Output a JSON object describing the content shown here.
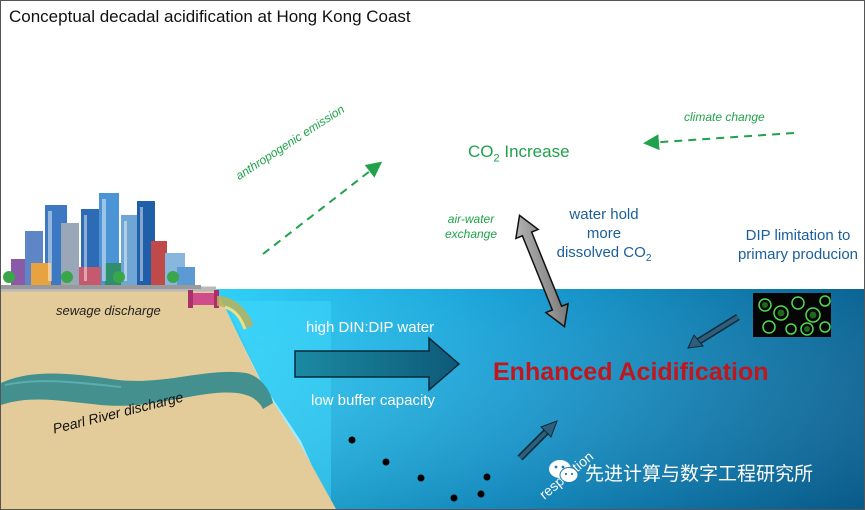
{
  "title": "Conceptual decadal acidification at Hong Kong Coast",
  "labels": {
    "co2_increase_main": "CO",
    "co2_increase_sub": "2",
    "co2_increase_rest": " Increase",
    "climate_change": "climate change",
    "anthropogenic_emission": "anthropogenic emission",
    "air_water_exchange": "air-water exchange",
    "water_hold_main": "water hold more dissolved CO",
    "water_hold_sub": "2",
    "dip_limitation": "DIP limitation to primary producion",
    "sewage_discharge": "sewage discharge",
    "pearl_river_discharge": "Pearl River discharge",
    "high_din_dip": "high DIN:DIP water",
    "low_buffer": "low buffer capacity",
    "enhanced_acidification": "Enhanced Acidification",
    "respiration": "respiration"
  },
  "watermark": "先进计算与数字工程研究所",
  "colors": {
    "green_text": "#1fa24a",
    "blue_text": "#1a5f9c",
    "red_text": "#c0161c",
    "sea_light": "#2fd0f8",
    "sea_dark": "#0a6a9a",
    "sand": "#e4cc9a",
    "river": "#3a8c8e"
  }
}
